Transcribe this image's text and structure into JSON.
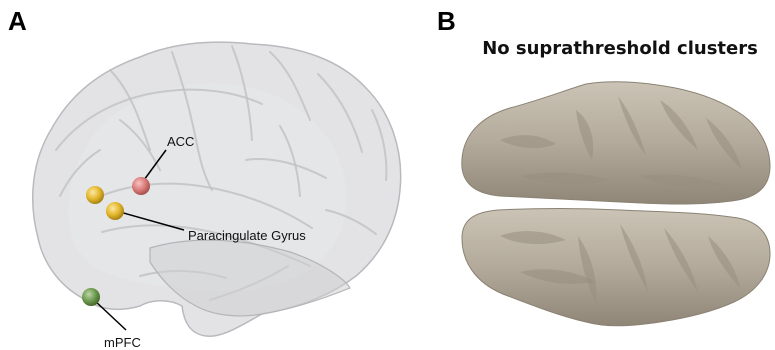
{
  "panel_a": {
    "letter": "A",
    "labels": {
      "acc": "ACC",
      "paracingulate": "Paracingulate Gyrus",
      "mpfc": "mPFC"
    },
    "marker_colors": {
      "acc": "#d97b78",
      "paracingulate": "#e3b52a",
      "mpfc": "#6c9a4e"
    },
    "brain_color": "#d7d8da"
  },
  "panel_b": {
    "letter": "B",
    "title": "No suprathreshold clusters",
    "cortex_color": "#b3aa9b"
  }
}
